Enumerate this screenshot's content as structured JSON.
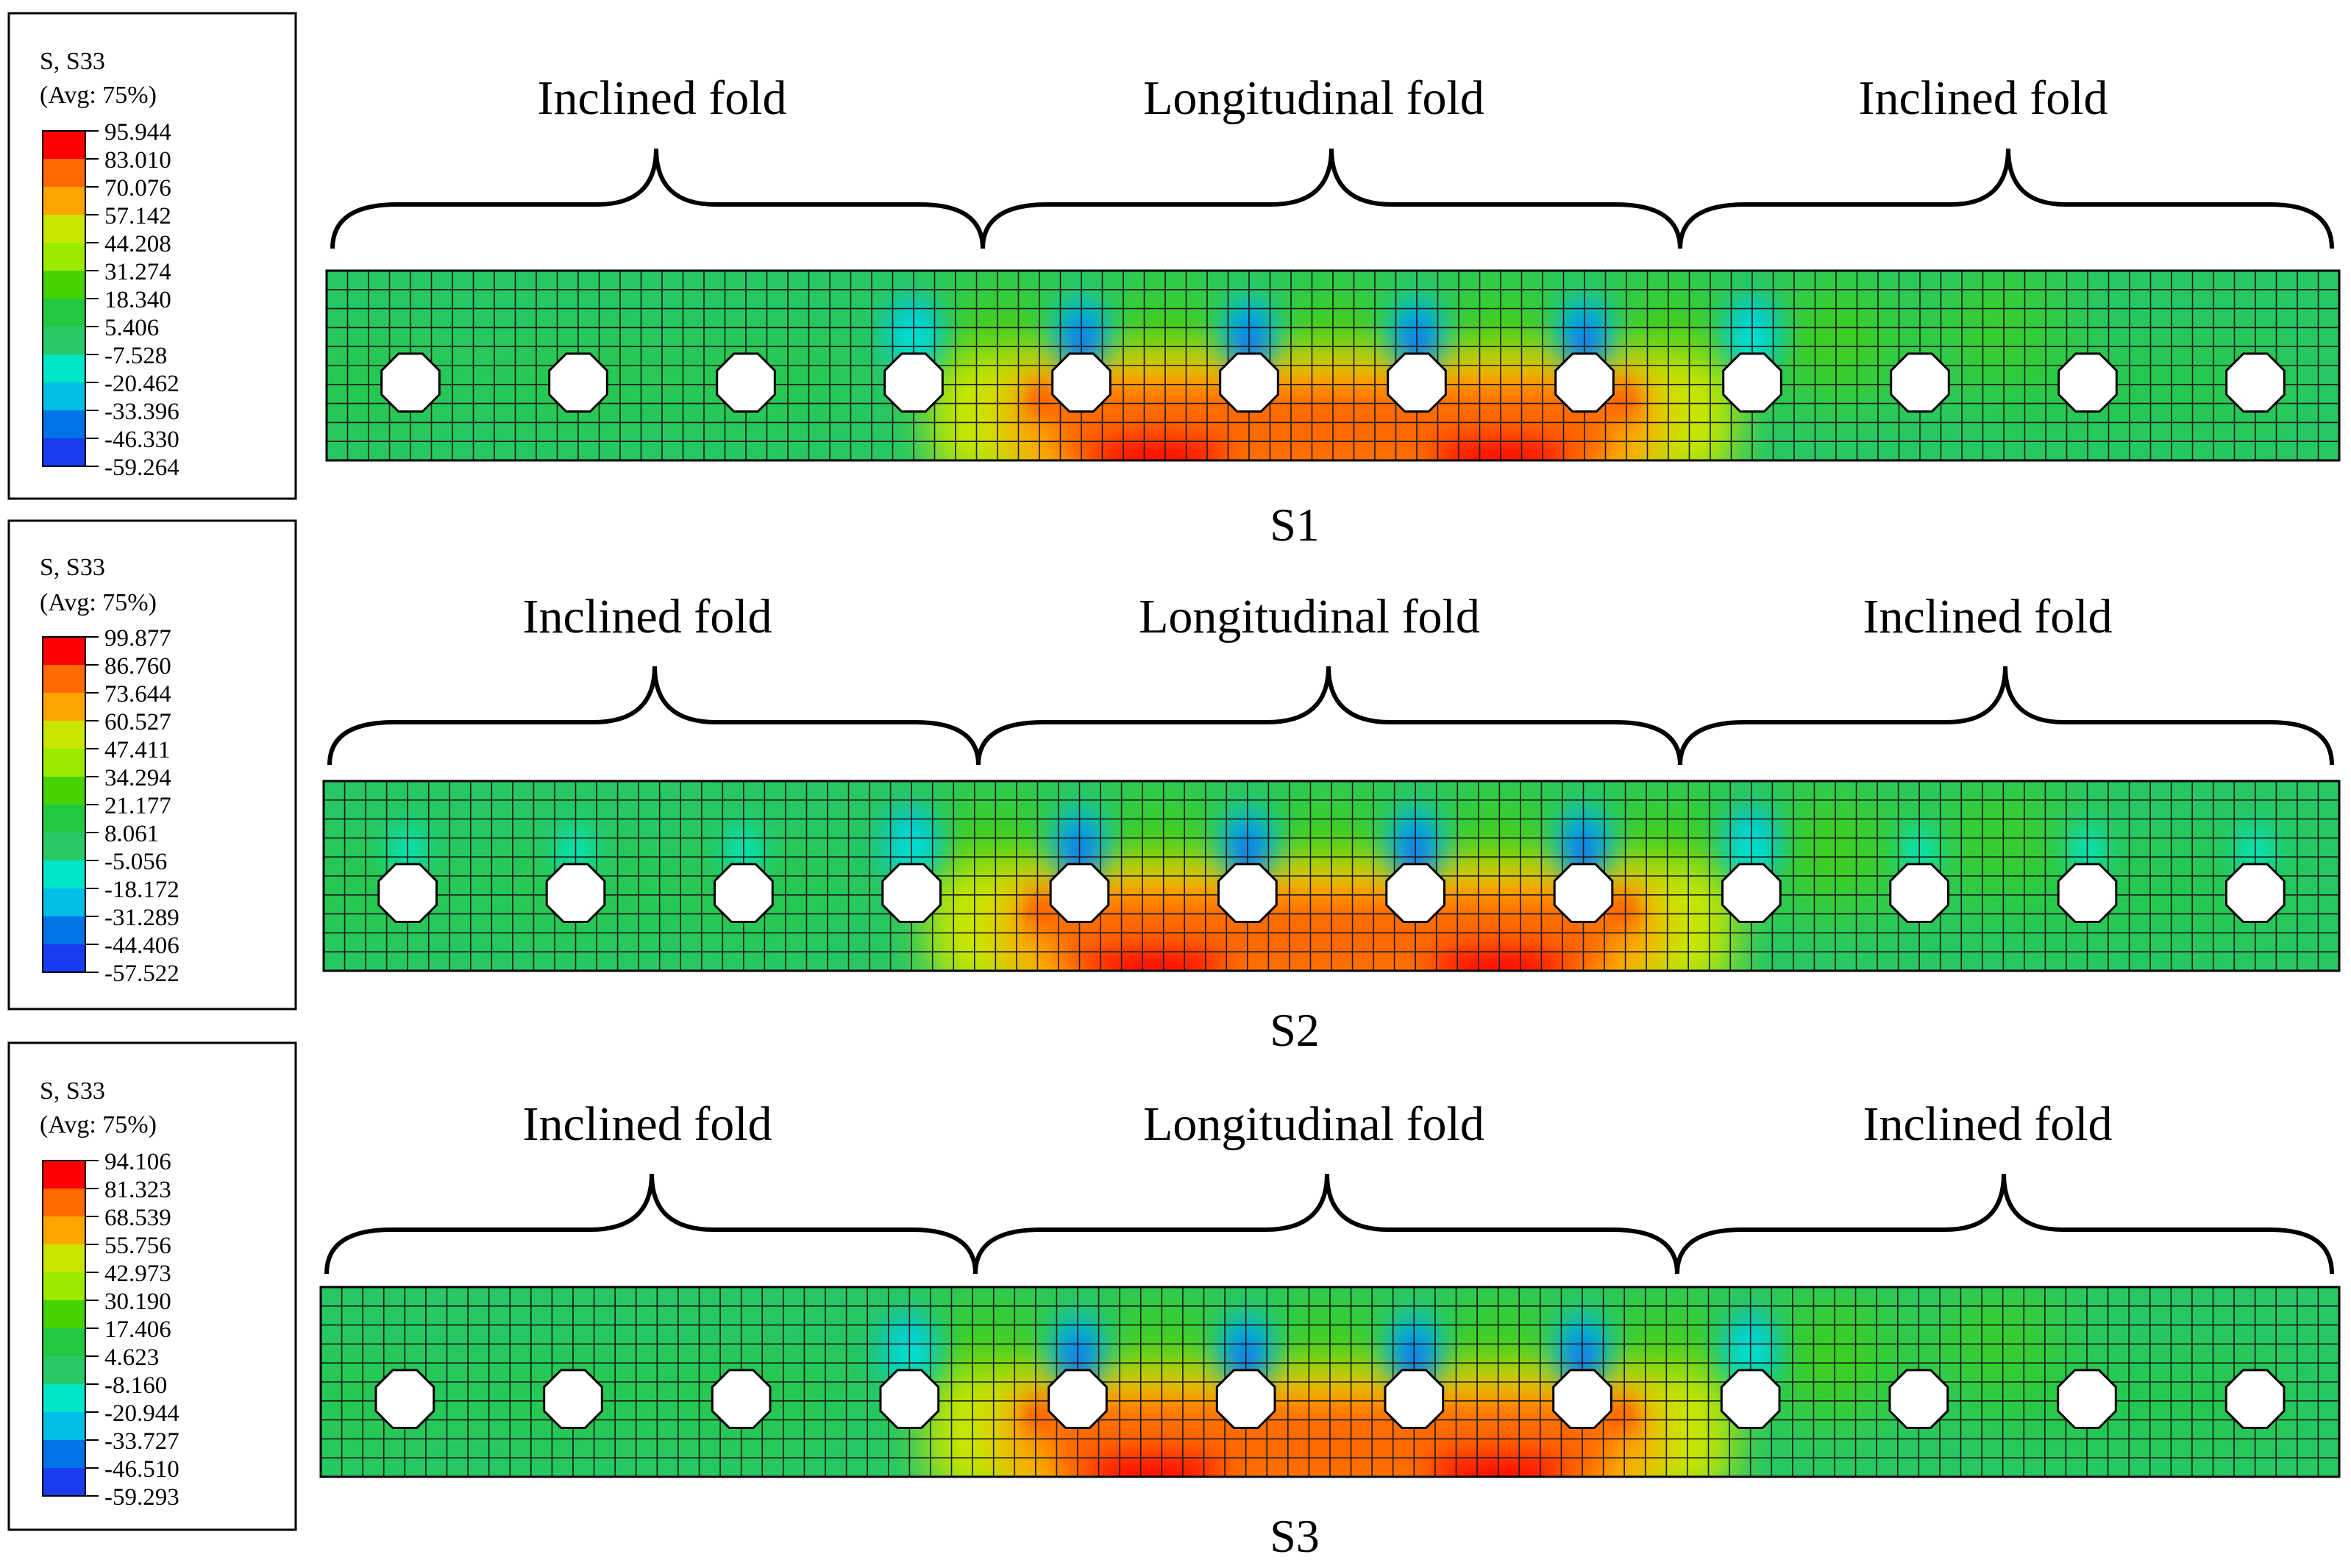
{
  "colors": {
    "red": "#ff0000",
    "orange": "#ff6a00",
    "amber": "#ffa500",
    "yellow_green": "#c8e600",
    "lime": "#9bea00",
    "green": "#46d200",
    "mid_green": "#22c840",
    "base_green": "#28c864",
    "cyan": "#00e6c8",
    "light_blue": "#00bee6",
    "blue": "#0073e6",
    "deep_blue": "#1a3cf0",
    "navy": "#0000ff",
    "mesh_line": "#1a1a1a",
    "hole": "#ffffff"
  },
  "panels": [
    {
      "label": "S1",
      "legend": {
        "title_line1": "S, S33",
        "title_line2": "(Avg: 75%)",
        "ticks": [
          "95.944",
          "83.010",
          "70.076",
          "57.142",
          "44.208",
          "31.274",
          "18.340",
          "5.406",
          "-7.528",
          "-20.462",
          "-33.396",
          "-46.330",
          "-59.264"
        ]
      },
      "folds": [
        "Inclined fold",
        "Longitudinal fold",
        "Inclined fold"
      ]
    },
    {
      "label": "S2",
      "legend": {
        "title_line1": "S, S33",
        "title_line2": "(Avg: 75%)",
        "ticks": [
          "99.877",
          "86.760",
          "73.644",
          "60.527",
          "47.411",
          "34.294",
          "21.177",
          "8.061",
          "-5.056",
          "-18.172",
          "-31.289",
          "-44.406",
          "-57.522"
        ]
      },
      "folds": [
        "Inclined fold",
        "Longitudinal fold",
        "Inclined fold"
      ]
    },
    {
      "label": "S3",
      "legend": {
        "title_line1": "S, S33",
        "title_line2": "(Avg: 75%)",
        "ticks": [
          "94.106",
          "81.323",
          "68.539",
          "55.756",
          "42.973",
          "30.190",
          "17.406",
          "4.623",
          "-8.160",
          "-20.944",
          "-33.727",
          "-46.510",
          "-59.293"
        ]
      },
      "folds": [
        "Inclined fold",
        "Longitudinal fold",
        "Inclined fold"
      ]
    }
  ]
}
